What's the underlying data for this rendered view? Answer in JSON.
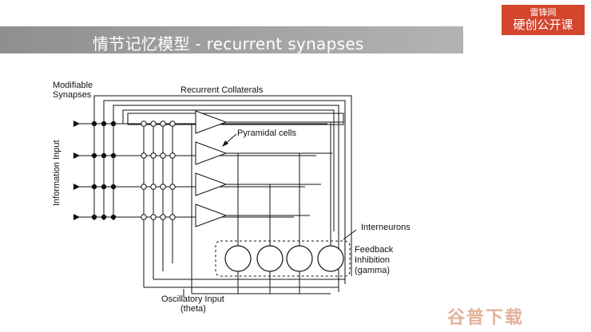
{
  "slide": {
    "title": "情节记忆模型 - recurrent synapses",
    "brand": {
      "line1": "雷锋网",
      "line2": "硬创公开课",
      "color": "#d3462d"
    },
    "watermark": "谷普下载"
  },
  "diagram": {
    "labels": {
      "modifiable_1": "Modifiable",
      "modifiable_2": "Synapses",
      "recurrent": "Recurrent Collaterals",
      "pyramidal": "Pyramidal cells",
      "information_input": "Information Input",
      "interneurons": "Interneurons",
      "feedback_1": "Feedback",
      "feedback_2": "Inhibition",
      "feedback_3": "(gamma)",
      "oscillatory_1": "Oscillatory Input",
      "oscillatory_2": "(theta)"
    },
    "pyramidal_cell_count": 4,
    "interneuron_count": 4
  }
}
